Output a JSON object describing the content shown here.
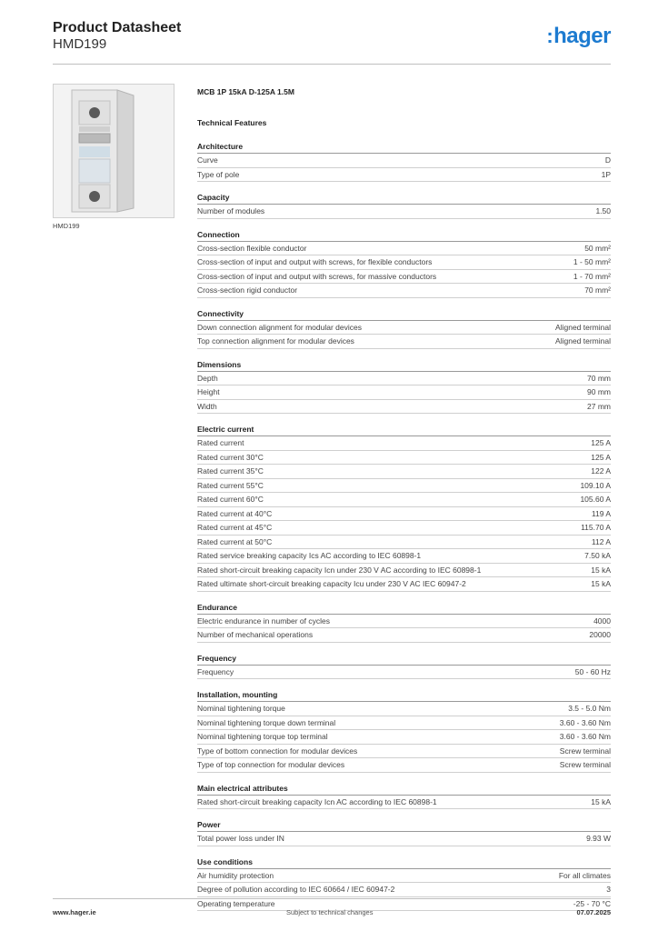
{
  "header": {
    "title": "Product Datasheet",
    "subtitle": "HMD199",
    "logo_text": "hager"
  },
  "product": {
    "image_caption": "HMD199",
    "name": "MCB 1P 15kA D-125A 1.5M"
  },
  "technical_features_label": "Technical Features",
  "sections": [
    {
      "title": "Architecture",
      "rows": [
        {
          "label": "Curve",
          "value": "D"
        },
        {
          "label": "Type of pole",
          "value": "1P"
        }
      ]
    },
    {
      "title": "Capacity",
      "rows": [
        {
          "label": "Number of modules",
          "value": "1.50"
        }
      ]
    },
    {
      "title": "Connection",
      "rows": [
        {
          "label": "Cross-section flexible conductor",
          "value": "50 mm²"
        },
        {
          "label": "Cross-section of input and output with screws, for flexible conductors",
          "value": "1 - 50 mm²"
        },
        {
          "label": "Cross-section of input and output with screws, for massive conductors",
          "value": "1 - 70 mm²"
        },
        {
          "label": "Cross-section rigid conductor",
          "value": "70 mm²"
        }
      ]
    },
    {
      "title": "Connectivity",
      "rows": [
        {
          "label": "Down connection alignment for modular devices",
          "value": "Aligned terminal"
        },
        {
          "label": "Top connection alignment for modular devices",
          "value": "Aligned terminal"
        }
      ]
    },
    {
      "title": "Dimensions",
      "rows": [
        {
          "label": "Depth",
          "value": "70 mm"
        },
        {
          "label": "Height",
          "value": "90 mm"
        },
        {
          "label": "Width",
          "value": "27 mm"
        }
      ]
    },
    {
      "title": "Electric current",
      "rows": [
        {
          "label": "Rated current",
          "value": "125 A"
        },
        {
          "label": "Rated current 30°C",
          "value": "125 A"
        },
        {
          "label": "Rated current 35°C",
          "value": "122 A"
        },
        {
          "label": "Rated current 55°C",
          "value": "109.10 A"
        },
        {
          "label": "Rated current 60°C",
          "value": "105.60 A"
        },
        {
          "label": "Rated current at 40°C",
          "value": "119 A"
        },
        {
          "label": "Rated current at 45°C",
          "value": "115.70 A"
        },
        {
          "label": "Rated current at 50°C",
          "value": "112 A"
        },
        {
          "label": "Rated service breaking capacity Ics AC according to IEC 60898-1",
          "value": "7.50 kA"
        },
        {
          "label": "Rated short-circuit breaking capacity Icn under 230 V AC according to IEC 60898-1",
          "value": "15 kA"
        },
        {
          "label": "Rated ultimate short-circuit breaking capacity Icu under 230 V AC IEC 60947-2",
          "value": "15 kA"
        }
      ]
    },
    {
      "title": "Endurance",
      "rows": [
        {
          "label": "Electric endurance in number of cycles",
          "value": "4000"
        },
        {
          "label": "Number of mechanical operations",
          "value": "20000"
        }
      ]
    },
    {
      "title": "Frequency",
      "rows": [
        {
          "label": "Frequency",
          "value": "50 - 60 Hz"
        }
      ]
    },
    {
      "title": "Installation, mounting",
      "rows": [
        {
          "label": "Nominal tightening torque",
          "value": "3.5 - 5.0 Nm"
        },
        {
          "label": "Nominal tightening torque down terminal",
          "value": "3.60 - 3.60 Nm"
        },
        {
          "label": "Nominal tightening torque top terminal",
          "value": "3.60 - 3.60 Nm"
        },
        {
          "label": "Type of bottom connection for modular devices",
          "value": "Screw terminal"
        },
        {
          "label": "Type of top connection for modular devices",
          "value": "Screw terminal"
        }
      ]
    },
    {
      "title": "Main electrical attributes",
      "rows": [
        {
          "label": "Rated short-circuit breaking capacity Icn AC according to IEC 60898-1",
          "value": "15 kA"
        }
      ]
    },
    {
      "title": "Power",
      "rows": [
        {
          "label": "Total power loss under IN",
          "value": "9.93 W"
        }
      ]
    },
    {
      "title": "Use conditions",
      "rows": [
        {
          "label": "Air humidity protection",
          "value": "For all climates"
        },
        {
          "label": "Degree of pollution according to IEC 60664 / IEC 60947-2",
          "value": "3"
        },
        {
          "label": "Operating temperature",
          "value": "-25 - 70 °C"
        }
      ]
    }
  ],
  "footer": {
    "website": "www.hager.ie",
    "note": "Subject to technical changes",
    "date": "07.07.2025"
  }
}
